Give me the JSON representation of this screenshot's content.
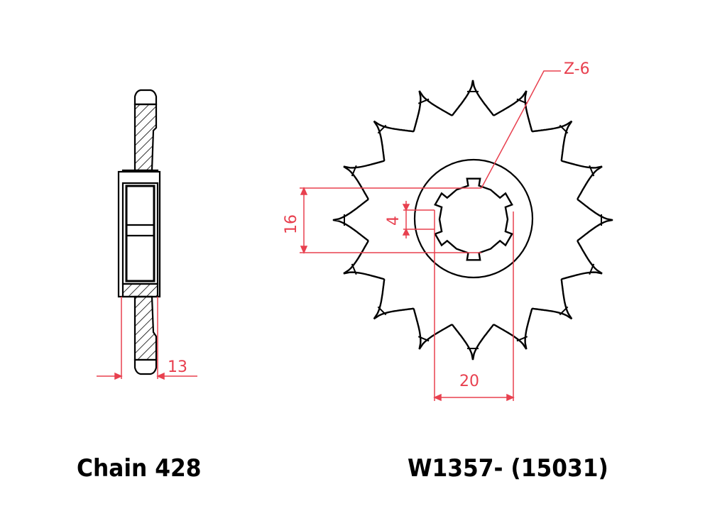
{
  "drawing": {
    "title": "Sprocket technical drawing",
    "colors": {
      "outline": "#000000",
      "dimension": "#e8404f",
      "background": "#ffffff"
    },
    "side_view": {
      "label": "side-section-view",
      "dimension_thickness": "13"
    },
    "front_view": {
      "teeth_count": 16,
      "spline_label": "Z-6",
      "dimension_spline_width": "4",
      "dimension_spline_height": "16",
      "dimension_bore": "20"
    }
  },
  "captions": {
    "chain": "Chain 428",
    "part_number": "W1357- (15031)"
  }
}
